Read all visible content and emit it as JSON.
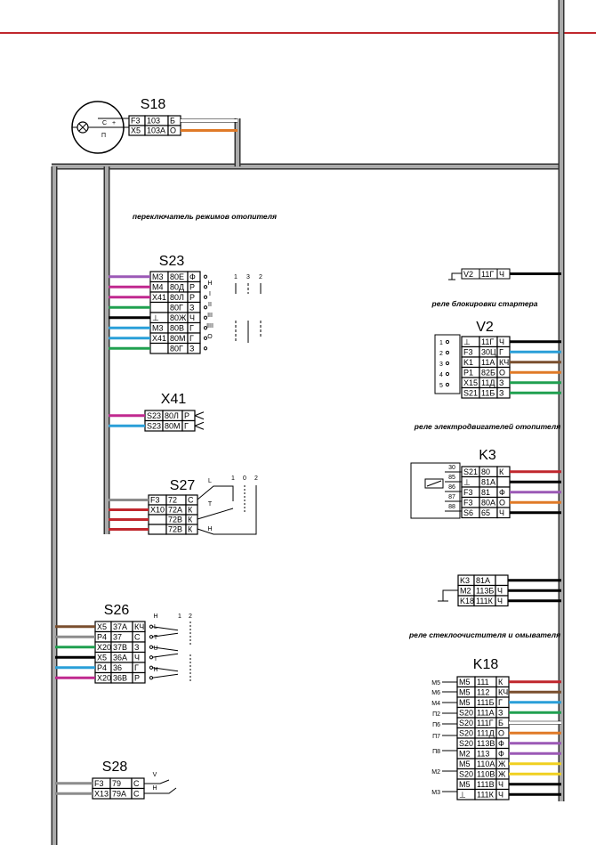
{
  "colors": {
    "red": "#c0272d",
    "gray": "#8c8c8c",
    "black": "#000000",
    "orange": "#e07a27",
    "violet": "#9b59b6",
    "magenta": "#c0298f",
    "blue": "#2a9fd8",
    "green": "#20a050",
    "brown": "#7a4f2e",
    "yellow": "#f0d020",
    "white": "#ffffff"
  },
  "captions": {
    "s23": "переключатель режимов отопителя",
    "v2": "реле блокировки стартера",
    "k3": "реле электродвигателей отопителя",
    "k18": "реле стеклоочистителя и омывателя"
  },
  "components": {
    "s18": {
      "label": "S18",
      "pins": [
        "П",
        "С",
        "+"
      ],
      "rows": [
        {
          "cells": [
            "F3",
            "103",
            "Б"
          ],
          "wire": "white"
        },
        {
          "cells": [
            "X5",
            "103А",
            "О"
          ],
          "wire": "orange"
        }
      ]
    },
    "s23": {
      "label": "S23",
      "sw_labels": [
        "Н",
        "I",
        "II",
        "III",
        "IIII",
        "О"
      ],
      "cols": [
        "1",
        "3",
        "2"
      ],
      "rows": [
        {
          "cells": [
            "M3",
            "80Е",
            "Ф"
          ],
          "wire": "violet"
        },
        {
          "cells": [
            "M4",
            "80Д",
            "Р"
          ],
          "wire": "magenta"
        },
        {
          "cells": [
            "X41",
            "80Л",
            "Р"
          ],
          "wire": "magenta"
        },
        {
          "cells": [
            "",
            "80Г",
            "З"
          ],
          "wire": "green"
        },
        {
          "cells": [
            "⊥",
            "80Ж",
            "Ч"
          ],
          "wire": "black"
        },
        {
          "cells": [
            "M3",
            "80В",
            "Г"
          ],
          "wire": "blue"
        },
        {
          "cells": [
            "X41",
            "80М",
            "Г"
          ],
          "wire": "blue"
        },
        {
          "cells": [
            "",
            "80Г",
            "З"
          ],
          "wire": "green"
        }
      ]
    },
    "x41": {
      "label": "X41",
      "rows": [
        {
          "cells": [
            "S23",
            "80Л",
            "Р"
          ],
          "wire": "magenta"
        },
        {
          "cells": [
            "S23",
            "80М",
            "Г"
          ],
          "wire": "blue"
        }
      ]
    },
    "s27": {
      "label": "S27",
      "sw_labels": [
        "L",
        "T",
        "H"
      ],
      "cols": [
        "1",
        "0",
        "2"
      ],
      "rows": [
        {
          "cells": [
            "F3",
            "72",
            "С"
          ],
          "wire": "gray"
        },
        {
          "cells": [
            "X10",
            "72А",
            "К"
          ],
          "wire": "red"
        },
        {
          "cells": [
            "",
            "72В",
            "К"
          ],
          "wire": "red"
        },
        {
          "cells": [
            "",
            "72В",
            "К"
          ],
          "wire": "red"
        }
      ]
    },
    "s26": {
      "label": "S26",
      "sw_labels": [
        "Н",
        "L",
        "T",
        "U",
        "I",
        "H"
      ],
      "cols": [
        "1",
        "2"
      ],
      "rows": [
        {
          "cells": [
            "X5",
            "37А",
            "КЧ"
          ],
          "wire": "brown"
        },
        {
          "cells": [
            "P4",
            "37",
            "С"
          ],
          "wire": "gray"
        },
        {
          "cells": [
            "X20",
            "37В",
            "З"
          ],
          "wire": "green"
        },
        {
          "cells": [
            "X5",
            "36А",
            "Ч"
          ],
          "wire": "black"
        },
        {
          "cells": [
            "P4",
            "36",
            "Г"
          ],
          "wire": "blue"
        },
        {
          "cells": [
            "X20",
            "36В",
            "Р"
          ],
          "wire": "magenta"
        }
      ]
    },
    "s28": {
      "label": "S28",
      "sw_labels": [
        "V",
        "H"
      ],
      "rows": [
        {
          "cells": [
            "F3",
            "79",
            "С"
          ],
          "wire": "gray"
        },
        {
          "cells": [
            "X13",
            "79А",
            "С"
          ],
          "wire": "gray"
        }
      ]
    },
    "v2top": {
      "cells": [
        "V2",
        "11Г",
        "Ч"
      ]
    },
    "v2": {
      "label": "V2",
      "pins": [
        "1",
        "2",
        "3",
        "4",
        "5"
      ],
      "rows": [
        {
          "cells": [
            "⊥",
            "11Г",
            "Ч"
          ],
          "wire": "black"
        },
        {
          "cells": [
            "F3",
            "30Ц",
            "Г"
          ],
          "wire": "blue"
        },
        {
          "cells": [
            "K1",
            "11А",
            "КЧ"
          ],
          "wire": "brown"
        },
        {
          "cells": [
            "P1",
            "82Б",
            "О"
          ],
          "wire": "orange"
        },
        {
          "cells": [
            "X15",
            "11Д",
            "З"
          ],
          "wire": "green"
        },
        {
          "cells": [
            "S21",
            "11Б",
            "З"
          ],
          "wire": "green"
        }
      ]
    },
    "k3": {
      "label": "K3",
      "pins": [
        "30",
        "85",
        "86",
        "87",
        "88"
      ],
      "rows": [
        {
          "cells": [
            "S21",
            "80",
            "К"
          ],
          "wire": "red"
        },
        {
          "cells": [
            "⊥",
            "81А",
            ""
          ],
          "wire": "black"
        },
        {
          "cells": [
            "F3",
            "81",
            "Ф"
          ],
          "wire": "violet"
        },
        {
          "cells": [
            "F3",
            "80А",
            "О"
          ],
          "wire": "orange"
        },
        {
          "cells": [
            "S6",
            "65",
            "Ч"
          ],
          "wire": "black"
        }
      ]
    },
    "gnd": {
      "rows": [
        {
          "cells": [
            "K3",
            "81А",
            ""
          ],
          "wire": "black"
        },
        {
          "cells": [
            "M2",
            "113Б",
            "Ч"
          ],
          "wire": "black"
        },
        {
          "cells": [
            "K18",
            "111К",
            "Ч"
          ],
          "wire": "black"
        }
      ]
    },
    "k18": {
      "label": "K18",
      "groups": [
        "M5",
        "M6",
        "M4",
        "П2",
        "П6",
        "П7",
        "П8",
        "M2",
        "M3"
      ],
      "rows": [
        {
          "cells": [
            "M5",
            "111",
            "К"
          ],
          "wire": "red"
        },
        {
          "cells": [
            "M5",
            "112",
            "КЧ"
          ],
          "wire": "brown"
        },
        {
          "cells": [
            "M5",
            "111Б",
            "Г"
          ],
          "wire": "blue"
        },
        {
          "cells": [
            "S20",
            "111А",
            "З"
          ],
          "wire": "green"
        },
        {
          "cells": [
            "S20",
            "111Г",
            "Б"
          ],
          "wire": "white"
        },
        {
          "cells": [
            "S20",
            "111Д",
            "О"
          ],
          "wire": "orange"
        },
        {
          "cells": [
            "S20",
            "113В",
            "Ф"
          ],
          "wire": "violet"
        },
        {
          "cells": [
            "M2",
            "113",
            "Ф"
          ],
          "wire": "violet"
        },
        {
          "cells": [
            "M5",
            "110А",
            "Ж"
          ],
          "wire": "yellow"
        },
        {
          "cells": [
            "S20",
            "110В",
            "Ж"
          ],
          "wire": "yellow"
        },
        {
          "cells": [
            "M5",
            "111В",
            "Ч"
          ],
          "wire": "black"
        },
        {
          "cells": [
            "⊥",
            "111К",
            "Ч"
          ],
          "wire": "black"
        }
      ]
    }
  }
}
